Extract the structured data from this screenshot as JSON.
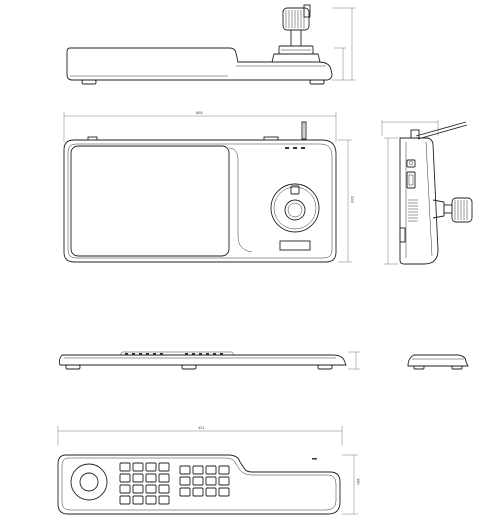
{
  "dimensions": {
    "top_width": "",
    "top_height": "",
    "front_width": "865",
    "front_height": "336",
    "side_width": "",
    "side_height": "",
    "rear_height": "",
    "bottom_width": "421",
    "bottom_height": "180"
  }
}
